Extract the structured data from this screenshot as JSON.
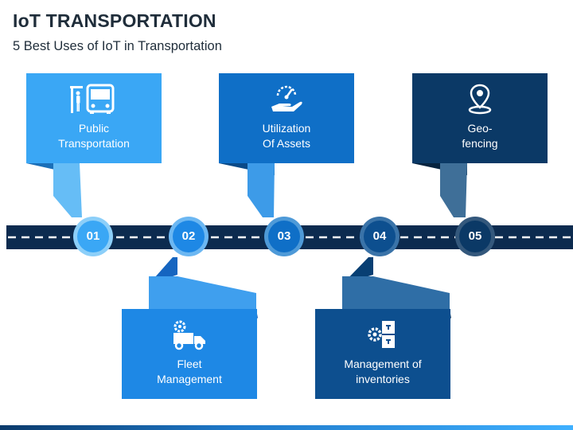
{
  "header": {
    "title": "IoT TRANSPORTATION",
    "subtitle": "5 Best Uses of IoT in Transportation"
  },
  "colors": {
    "road": "#0c2b4f",
    "dash": "#ffffff",
    "card1": "#3aa7f5",
    "card2": "#1e88e5",
    "card3": "#0f6fc7",
    "card4": "#0d4f8f",
    "card5": "#0b3966"
  },
  "steps": [
    {
      "number": "01",
      "lines": [
        "Public",
        "Transportation"
      ],
      "icon": "bus-stop-icon"
    },
    {
      "number": "02",
      "lines": [
        "Fleet",
        "Management"
      ],
      "icon": "delivery-truck-gear-icon"
    },
    {
      "number": "03",
      "lines": [
        "Utilization",
        "Of Assets"
      ],
      "icon": "hand-gauge-icon"
    },
    {
      "number": "04",
      "lines": [
        "Management of",
        "inventories"
      ],
      "icon": "inventory-gear-icon"
    },
    {
      "number": "05",
      "lines": [
        "Geo-",
        "fencing"
      ],
      "icon": "map-pin-icon"
    }
  ]
}
